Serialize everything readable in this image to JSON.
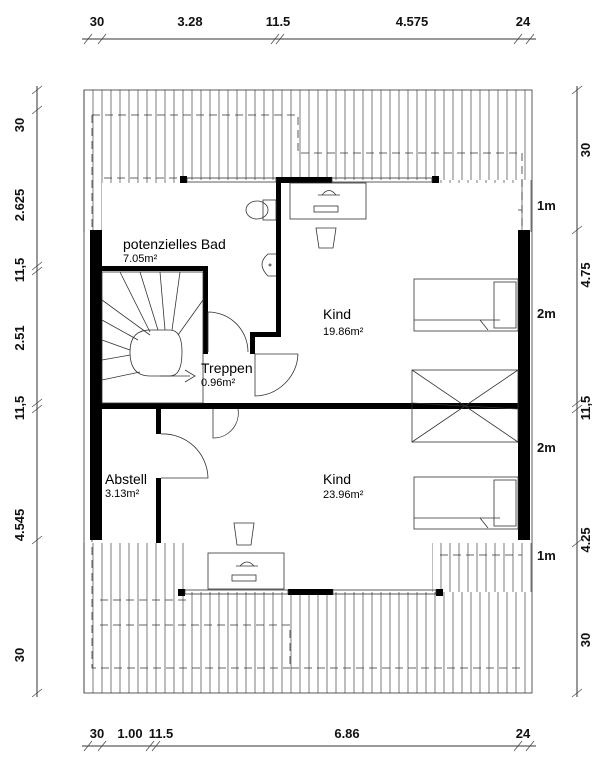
{
  "dimensions": {
    "top": [
      "30",
      "3.28",
      "11.5",
      "4.575",
      "24"
    ],
    "bottom": [
      "30",
      "1.00",
      "11.5",
      "6.86",
      "24"
    ],
    "left": [
      "30",
      "2.625",
      "11,5",
      "2.51",
      "11,5",
      "4.545",
      "30"
    ],
    "right": [
      "30",
      "4.75",
      "11,5",
      "4.25",
      "30"
    ],
    "height_marks": [
      "1m",
      "2m",
      "2m",
      "1m"
    ]
  },
  "rooms": [
    {
      "name": "potenzielles Bad",
      "area": "7.05m²"
    },
    {
      "name": "Kind",
      "area": "19.86m²"
    },
    {
      "name": "Treppen",
      "area": "0.96m²"
    },
    {
      "name": "Abstell",
      "area": "3.13m²"
    },
    {
      "name": "Kind",
      "area": "23.96m²"
    }
  ]
}
